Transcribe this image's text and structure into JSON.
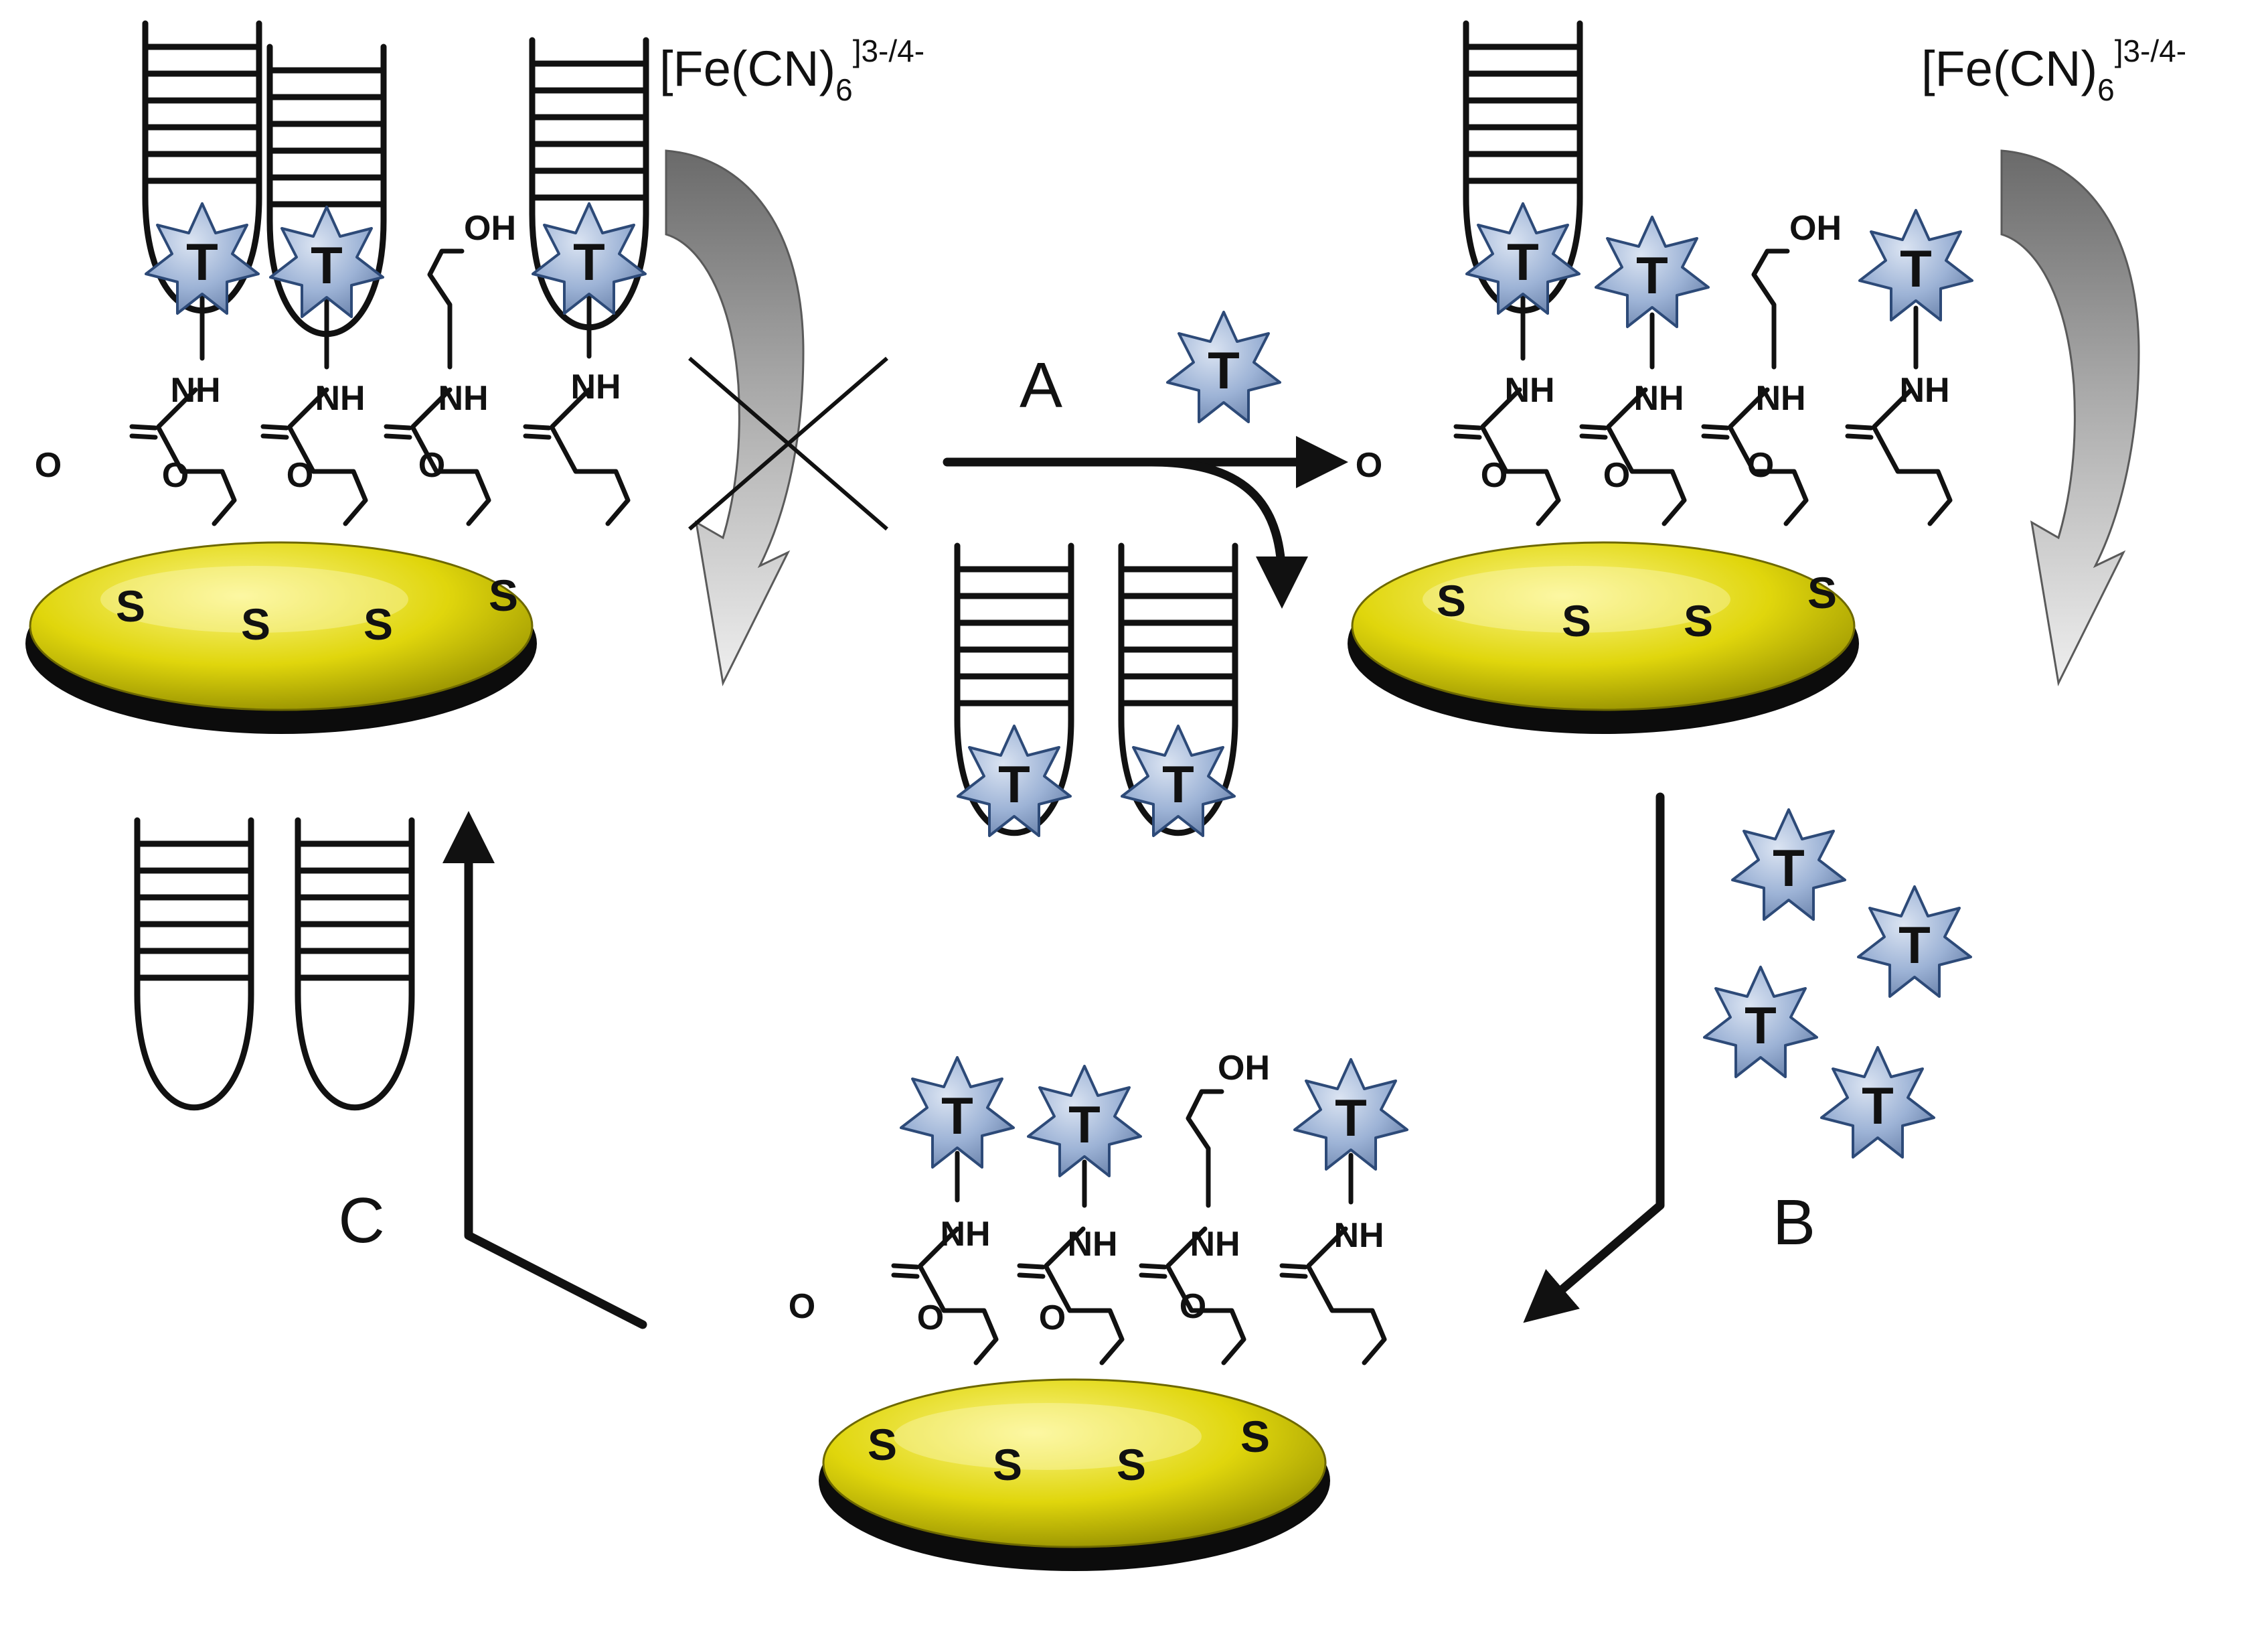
{
  "labels": {
    "redox_main": "[Fe(CN)",
    "redox_sub": "6",
    "redox_sup": "]3-/4-",
    "step_a": "A",
    "step_b": "B",
    "step_c": "C",
    "target": "T",
    "sulfur": "S",
    "amine": "NH",
    "oxygen": "O",
    "hydroxyl": "OH"
  },
  "colors": {
    "gold_light": "#fbf58a",
    "gold": "#e0d60c",
    "gold_dark": "#8f8a00",
    "target_fill": "#9db3d6",
    "target_edge": "#2d4a78",
    "arrow_dark": "#6a6a6a",
    "arrow_light": "#d8d8d8"
  },
  "icons": {
    "target": "star-target-icon",
    "aptamer": "hairpin-aptamer-icon",
    "electrode": "gold-electrode-icon",
    "redox_arrow": "curved-arrow-icon"
  }
}
